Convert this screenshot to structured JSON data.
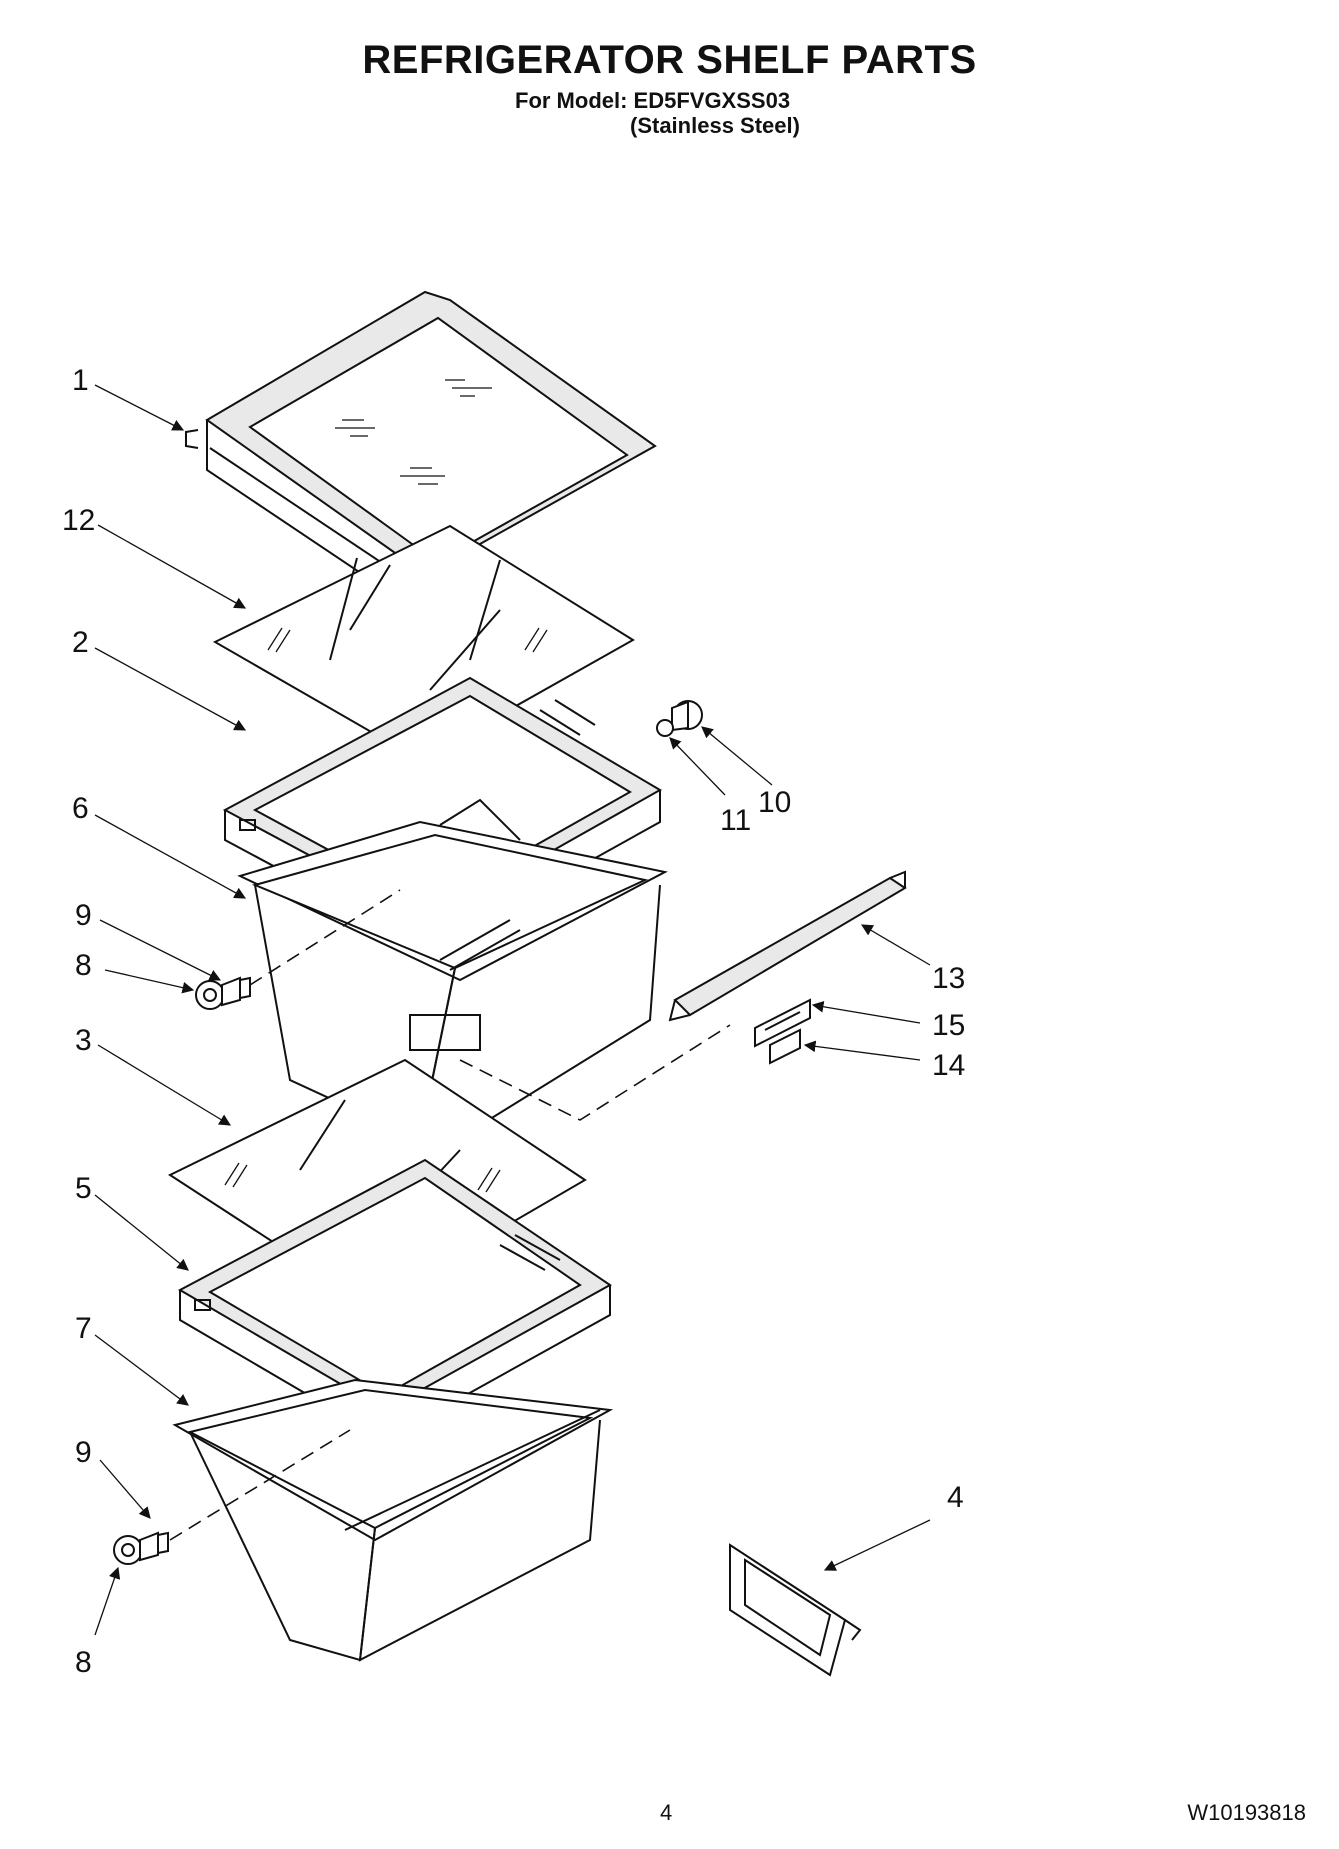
{
  "header": {
    "title": "REFRIGERATOR SHELF PARTS",
    "model_line": "For Model: ED5FVGXSS03",
    "finish_line": "(Stainless Steel)"
  },
  "footer": {
    "page_number": "4",
    "document_number": "W10193818"
  },
  "callouts": {
    "c1": "1",
    "c2": "2",
    "c3": "3",
    "c4": "4",
    "c5": "5",
    "c6": "6",
    "c7": "7",
    "c8a": "8",
    "c8b": "8",
    "c9a": "9",
    "c9b": "9",
    "c10": "10",
    "c11": "11",
    "c12": "12",
    "c13": "13",
    "c14": "14",
    "c15": "15"
  }
}
